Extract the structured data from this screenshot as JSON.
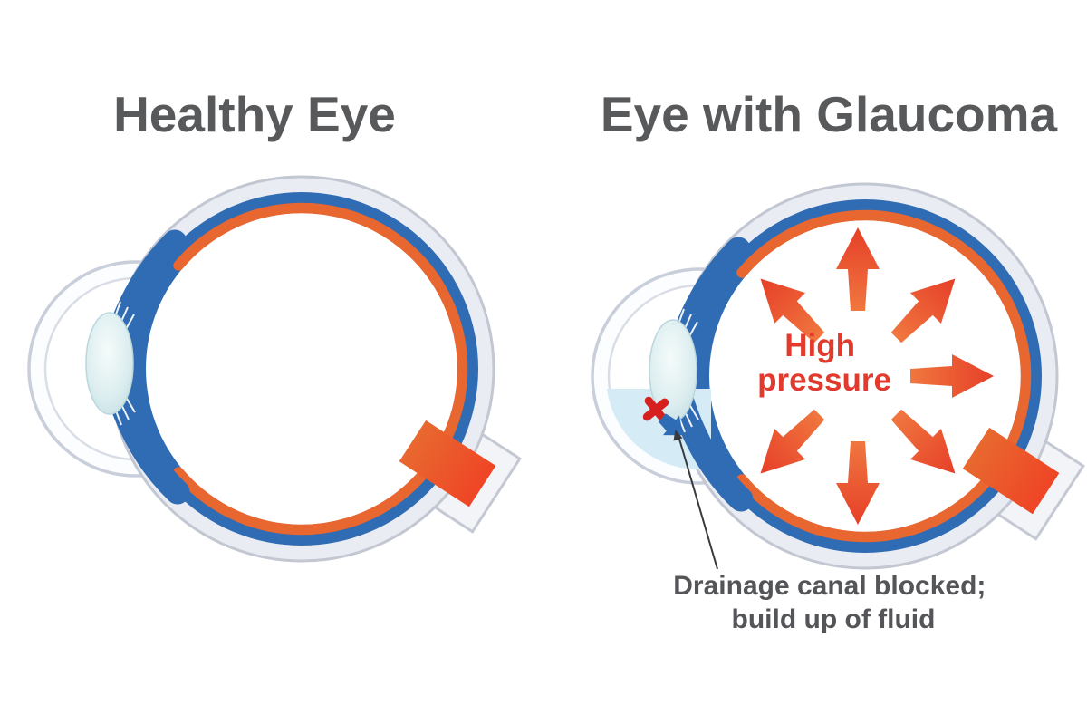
{
  "page": {
    "background": "#ffffff"
  },
  "left_panel": {
    "title": "Healthy Eye"
  },
  "right_panel": {
    "title": "Eye with Glaucoma",
    "pressure_label": {
      "line1": "High",
      "line2": "pressure"
    },
    "annotation": {
      "line1": "Drainage canal blocked;",
      "line2": "build up of fluid"
    }
  },
  "colors": {
    "title_text": "#58595b",
    "annotation_text": "#545558",
    "pressure_text": "#e23a2d",
    "sclera_band": "#e9ecf3",
    "sclera_outline": "#c2c7d2",
    "cornea_fill": "#fbfdff",
    "cornea_outline": "#c9cedb",
    "choroid_blue": "#2f6cb3",
    "retina_orange": "#e8662f",
    "nerve_orange_tip": "#ef4526",
    "arrow_tail_orange": "#f0773f",
    "arrow_head_red": "#e63f28",
    "fluid_blue": "#d5ebf6",
    "blocked_x_red": "#d6201f",
    "canal_arrow_blue": "#2e6db6",
    "pointer_line": "#3a3a3c",
    "lens_fill": "#ddeef0"
  }
}
